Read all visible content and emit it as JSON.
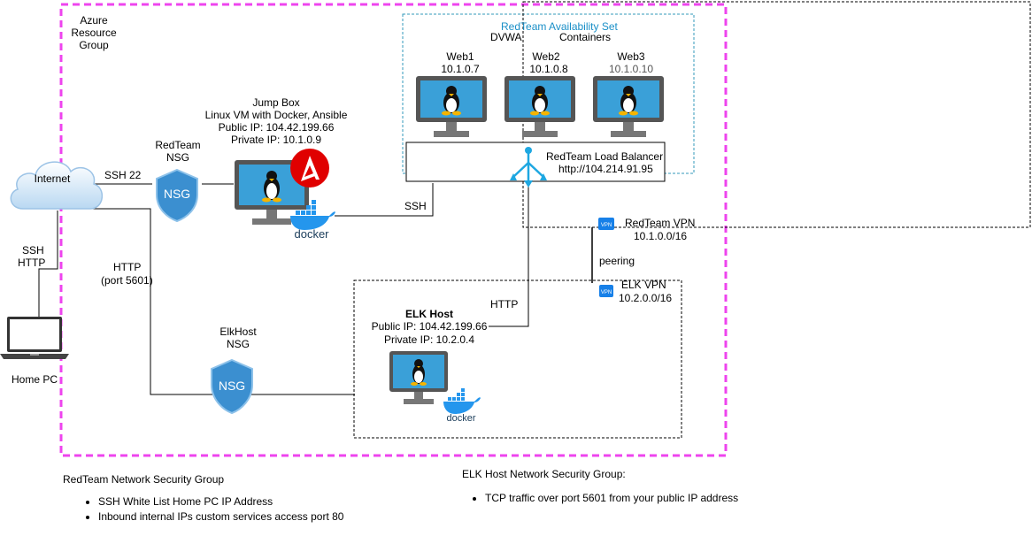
{
  "resource_group": {
    "label_line1": "Azure",
    "label_line2": "Resource",
    "label_line3": "Group"
  },
  "availability_set": {
    "title": "RedTeam Availability Set",
    "dvwa": "DVWA",
    "containers": "Containers"
  },
  "web_vms": [
    {
      "name": "Web1",
      "ip": "10.1.0.7"
    },
    {
      "name": "Web2",
      "ip": "10.1.0.8"
    },
    {
      "name": "Web3",
      "ip": "10.1.0.10"
    }
  ],
  "load_balancer": {
    "name": "RedTeam Load Balancer",
    "url": "http://104.214.91.95"
  },
  "jump_box": {
    "title": "Jump Box",
    "desc": "Linux VM with Docker, Ansible",
    "public_ip": "Public IP: 104.42.199.66",
    "private_ip": "Private IP: 10.1.0.9"
  },
  "redteam_nsg": {
    "line1": "RedTeam",
    "line2": "NSG",
    "badge": "NSG"
  },
  "elk_nsg": {
    "line1": "ElkHost",
    "line2": "NSG",
    "badge": "NSG"
  },
  "internet": {
    "label": "Internet"
  },
  "home_pc": {
    "label": "Home PC"
  },
  "connections": {
    "ssh22": "SSH 22",
    "ssh_home_1": "SSH",
    "ssh_home_2": "HTTP",
    "http_5601_1": "HTTP",
    "http_5601_2": "(port 5601)",
    "ssh_jump": "SSH",
    "http_elk": "HTTP",
    "peering": "peering"
  },
  "vpn": {
    "redteam_name": "RedTeam VPN",
    "redteam_cidr": "10.1.0.0/16",
    "elk_name": "ELK VPN",
    "elk_cidr": "10.2.0.0/16",
    "badge": "VPN"
  },
  "elk_host": {
    "title": "ELK Host",
    "public_ip": "Public IP: 104.42.199.66",
    "private_ip": "Private IP: 10.2.0.4"
  },
  "docker_label": "docker",
  "redteam_nsg_notes": {
    "title": "RedTeam Network Security Group",
    "items": [
      "SSH White List Home PC IP Address",
      "Inbound internal IPs custom services access port 80"
    ]
  },
  "elk_nsg_notes": {
    "title": "ELK Host Network Security Group:",
    "items": [
      "TCP traffic over port 5601 from your public IP address"
    ]
  },
  "colors": {
    "resource_group_border": "#ee44ee",
    "availability_set_border": "#3399bb",
    "availability_set_title": "#1a8fc7",
    "monitor_bezel": "#555555",
    "monitor_screen": "#3aa0d8",
    "lb_icon": "#1ea7e1",
    "nsg_fill": "#3b8fd0",
    "vpn_badge": "#1780e8",
    "ansible_red": "#e00000",
    "docker_blue": "#2496ed"
  }
}
